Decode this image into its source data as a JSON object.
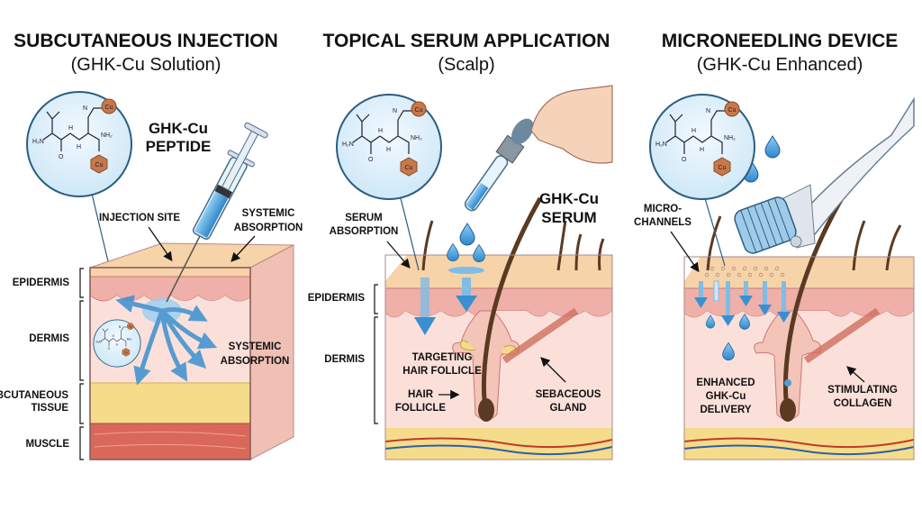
{
  "panels": [
    {
      "title": "SUBCUTANEOUS INJECTION",
      "subtitle": "(GHK-Cu Solution)",
      "callout_line1": "GHK-Cu",
      "callout_line2": "PEPTIDE",
      "labels": {
        "injection_site": "INJECTION SITE",
        "systemic_top_1": "SYSTEMIC",
        "systemic_top_2": "ABSORPTION",
        "systemic_mid_1": "SYSTEMIC",
        "systemic_mid_2": "ABSORPTION"
      },
      "layers": [
        "EPIDERMIS",
        "DERMIS",
        "SUBCUTANEOUS",
        "TISSUE",
        "MUSCLE"
      ]
    },
    {
      "title": "TOPICAL SERUM APPLICATION",
      "subtitle": "(Scalp)",
      "callout_line1": "GHK-Cu",
      "callout_line2": "SERUM",
      "labels": {
        "serum_1": "SERUM",
        "serum_2": "ABSORPTION",
        "targeting_1": "TARGETING",
        "targeting_2": "HAIR FOLLICLE",
        "follicle_1": "HAIR",
        "follicle_2": "FOLLICLE",
        "sebaceous_1": "SEBACEOUS",
        "sebaceous_2": "GLAND"
      },
      "layers": [
        "EPIDERMIS",
        "DERMIS"
      ]
    },
    {
      "title": "MICRONEEDLING DEVICE",
      "subtitle": "(GHK-Cu Enhanced)",
      "labels": {
        "micro_1": "MICRO-",
        "micro_2": "CHANNELS",
        "enhanced_1": "ENHANCED",
        "enhanced_2": "GHK-Cu",
        "enhanced_3": "DELIVERY",
        "collagen_1": "STIMULATING",
        "collagen_2": "COLLAGEN"
      }
    }
  ],
  "molecule": {
    "h2n": "H₂N",
    "nh2": "NH₂",
    "n": "N",
    "h": "H",
    "o": "O",
    "cu": "Cu"
  },
  "colors": {
    "skin_top": "#f6d3a8",
    "epidermis": "#eeb0a8",
    "dermis": "#fbe0da",
    "fat": "#f5dc8a",
    "muscle": "#d9685a",
    "serum": "#4a9fd8",
    "copper": "#c8784a"
  }
}
